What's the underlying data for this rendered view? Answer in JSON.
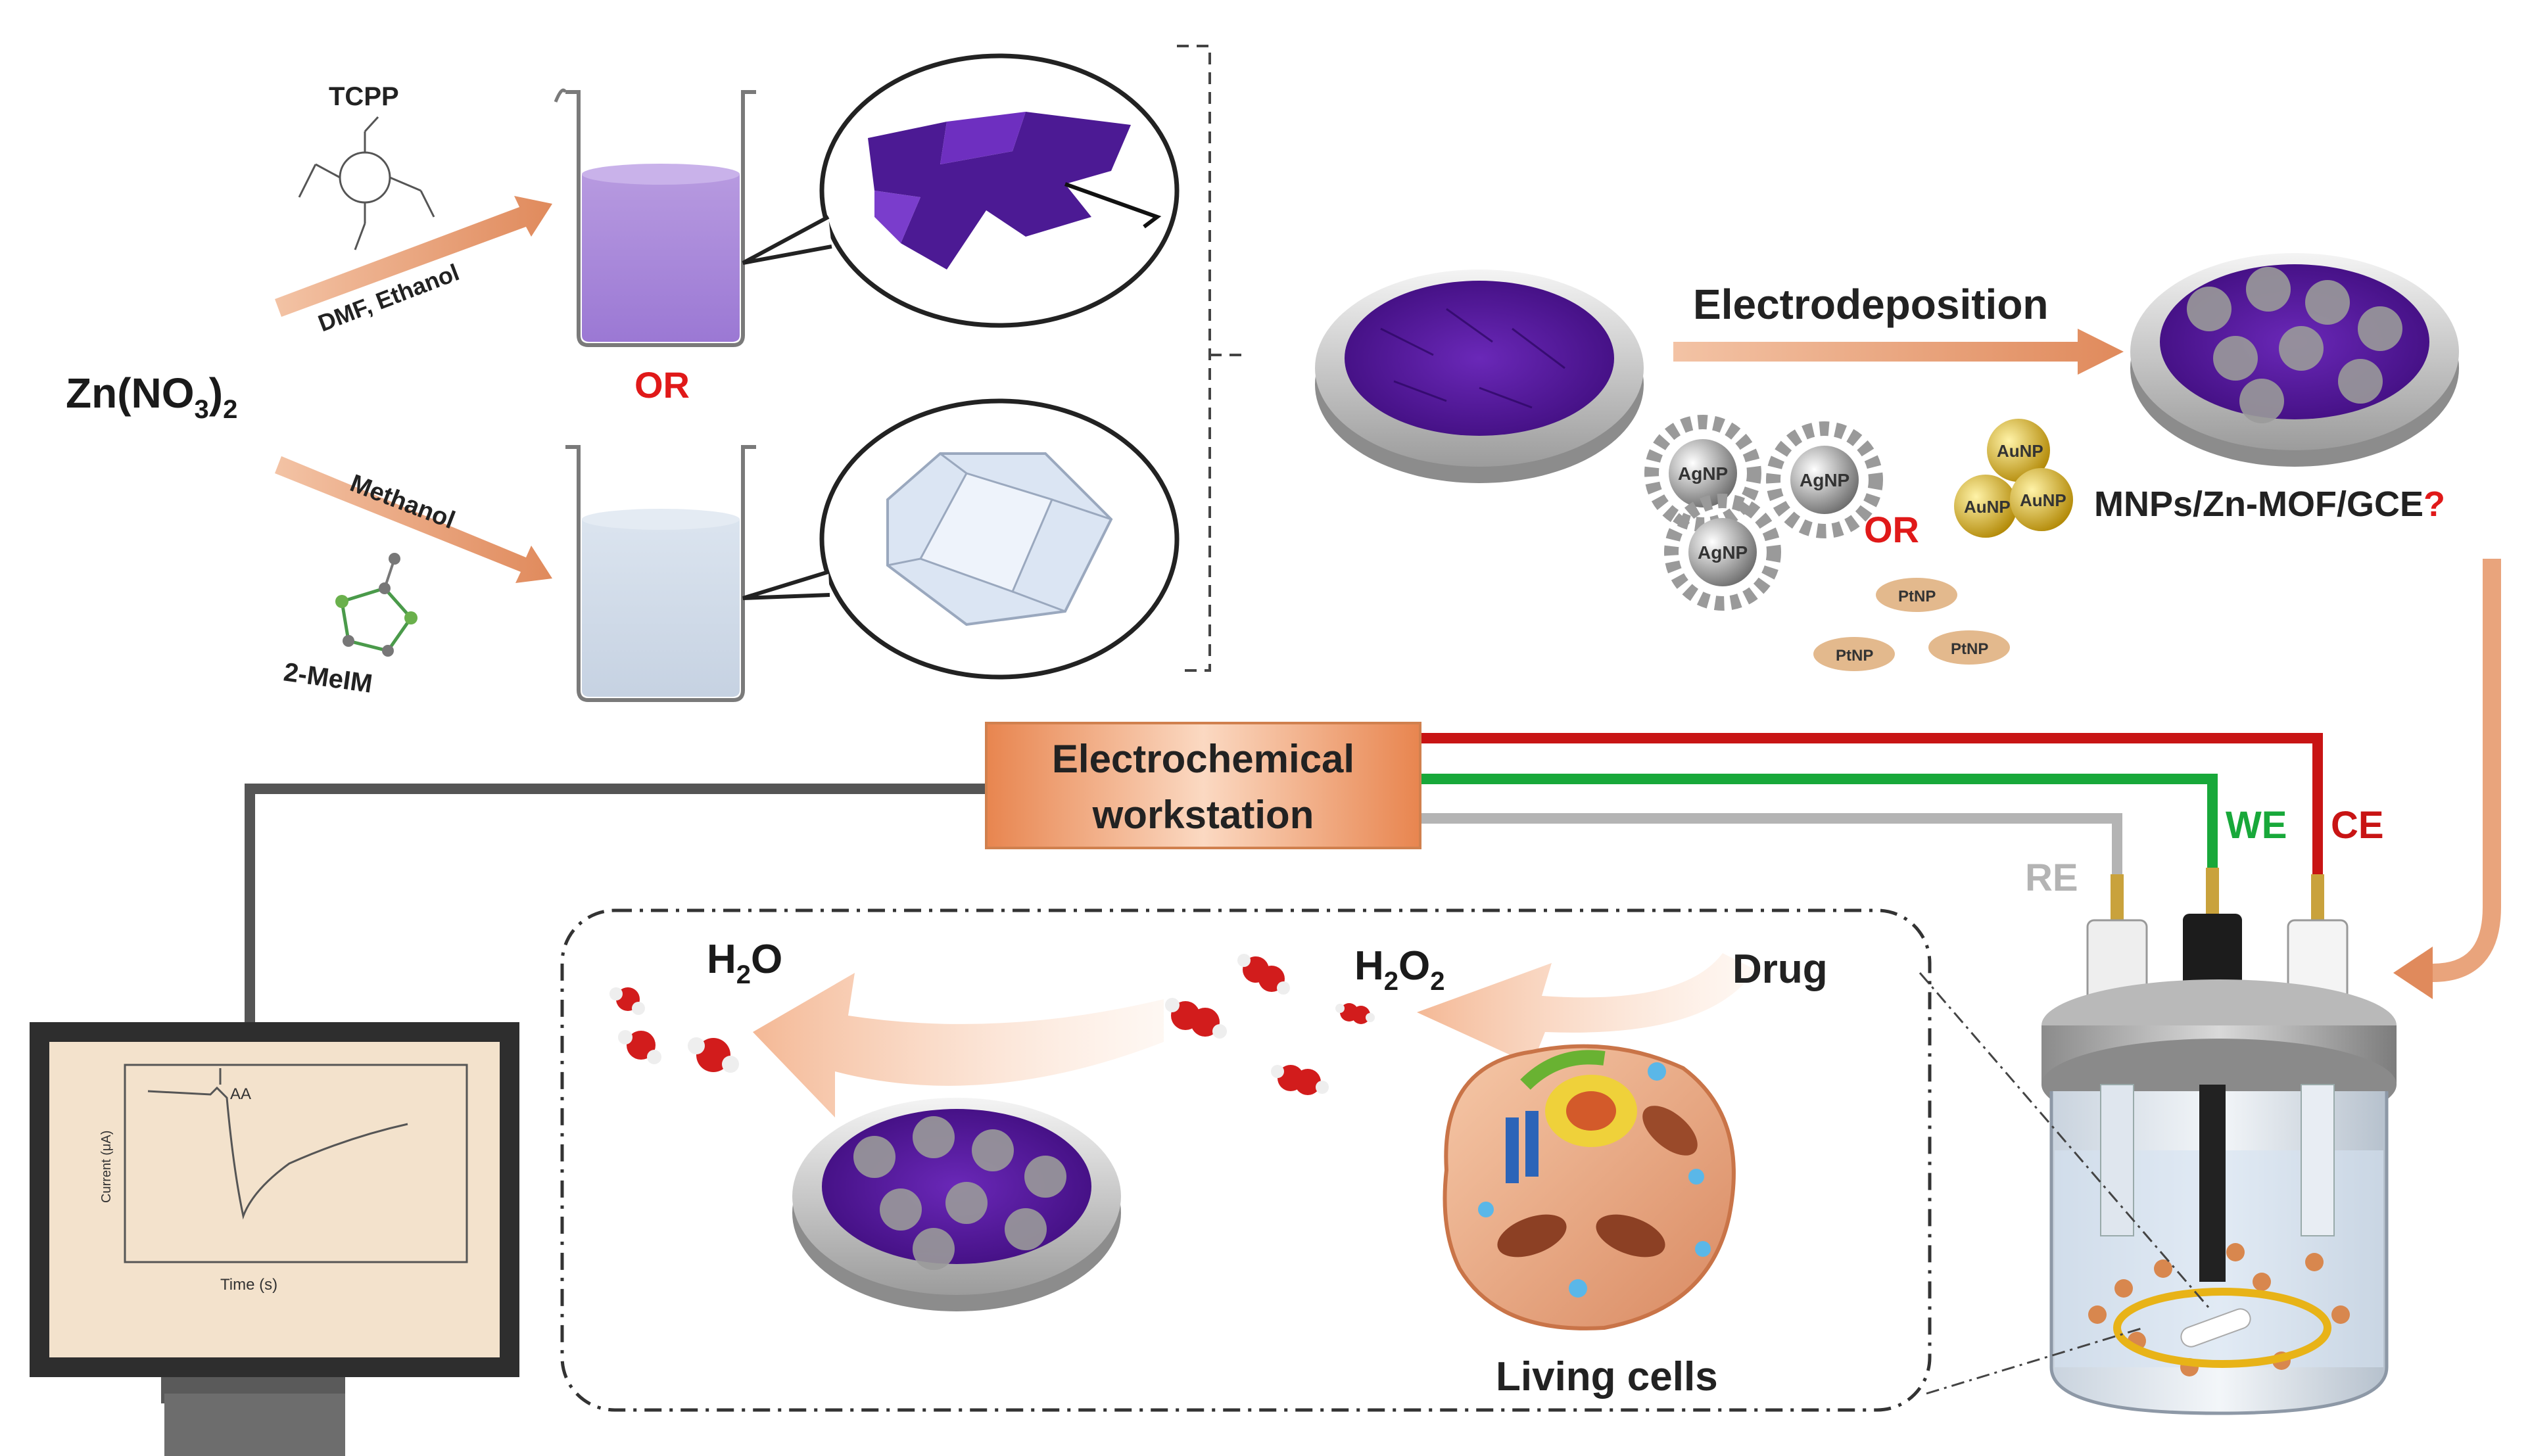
{
  "colors": {
    "arrow_orange": "#e9a47c",
    "wire_red": "#c81414",
    "wire_green": "#18a83a",
    "wire_gray": "#b4b4b4",
    "wire_dark": "#555555",
    "accent_red": "#e01919",
    "mof_purple": "#5a1aa3",
    "workstation_orange": "#f0a070"
  },
  "synthesis": {
    "reagent_zn": "Zn(NO",
    "reagent_zn_sub3": "3",
    "reagent_zn_close": ")",
    "reagent_zn_sub2": "2",
    "linker_top": "TCPP",
    "solvent_top": "DMF, Ethanol",
    "or_label": "OR",
    "solvent_bottom": "Methanol",
    "linker_bottom": "2-MeIM"
  },
  "deposition": {
    "process_label": "Electrodeposition",
    "np_ag": "AgNP",
    "np_au": "AuNP",
    "np_pt": "PtNP",
    "or_label": "OR",
    "electrode_label": "MNPs/Zn-MOF/GCE",
    "question_mark": "?"
  },
  "workstation": {
    "line1": "Electrochemical",
    "line2": "workstation"
  },
  "electrodes": {
    "we": "WE",
    "ce": "CE",
    "re": "RE"
  },
  "sensing": {
    "product_h": "H",
    "product_sub": "2",
    "product_o": "O",
    "analyte_h": "H",
    "analyte_sub1": "2",
    "analyte_o": "O",
    "analyte_sub2": "2",
    "stimulus": "Drug",
    "source": "Living cells"
  },
  "monitor": {
    "ylabel": "Current (μA)",
    "xlabel": "Time (s)",
    "injection_label": "AA"
  }
}
